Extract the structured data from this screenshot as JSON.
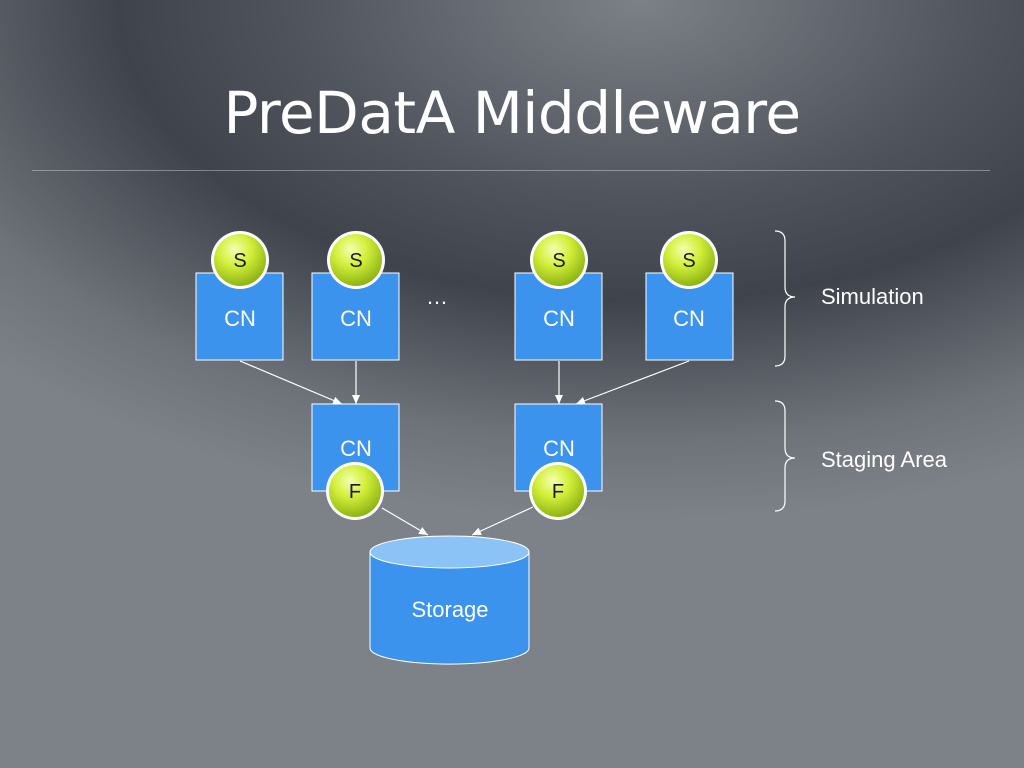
{
  "slide": {
    "title": "PreDatA Middleware"
  },
  "diagram": {
    "simulation_nodes": [
      {
        "node_label": "CN",
        "badge_label": "S"
      },
      {
        "node_label": "CN",
        "badge_label": "S"
      },
      {
        "node_label": "CN",
        "badge_label": "S"
      },
      {
        "node_label": "CN",
        "badge_label": "S"
      }
    ],
    "ellipsis": "…",
    "staging_nodes": [
      {
        "node_label": "CN",
        "badge_label": "F"
      },
      {
        "node_label": "CN",
        "badge_label": "F"
      }
    ],
    "storage_label": "Storage",
    "group_labels": {
      "simulation": "Simulation",
      "staging": "Staging Area"
    },
    "colors": {
      "node_fill": "#3b93ee",
      "badge_fill": "#c9ec2e",
      "storage_top": "#8cc3f7"
    }
  }
}
